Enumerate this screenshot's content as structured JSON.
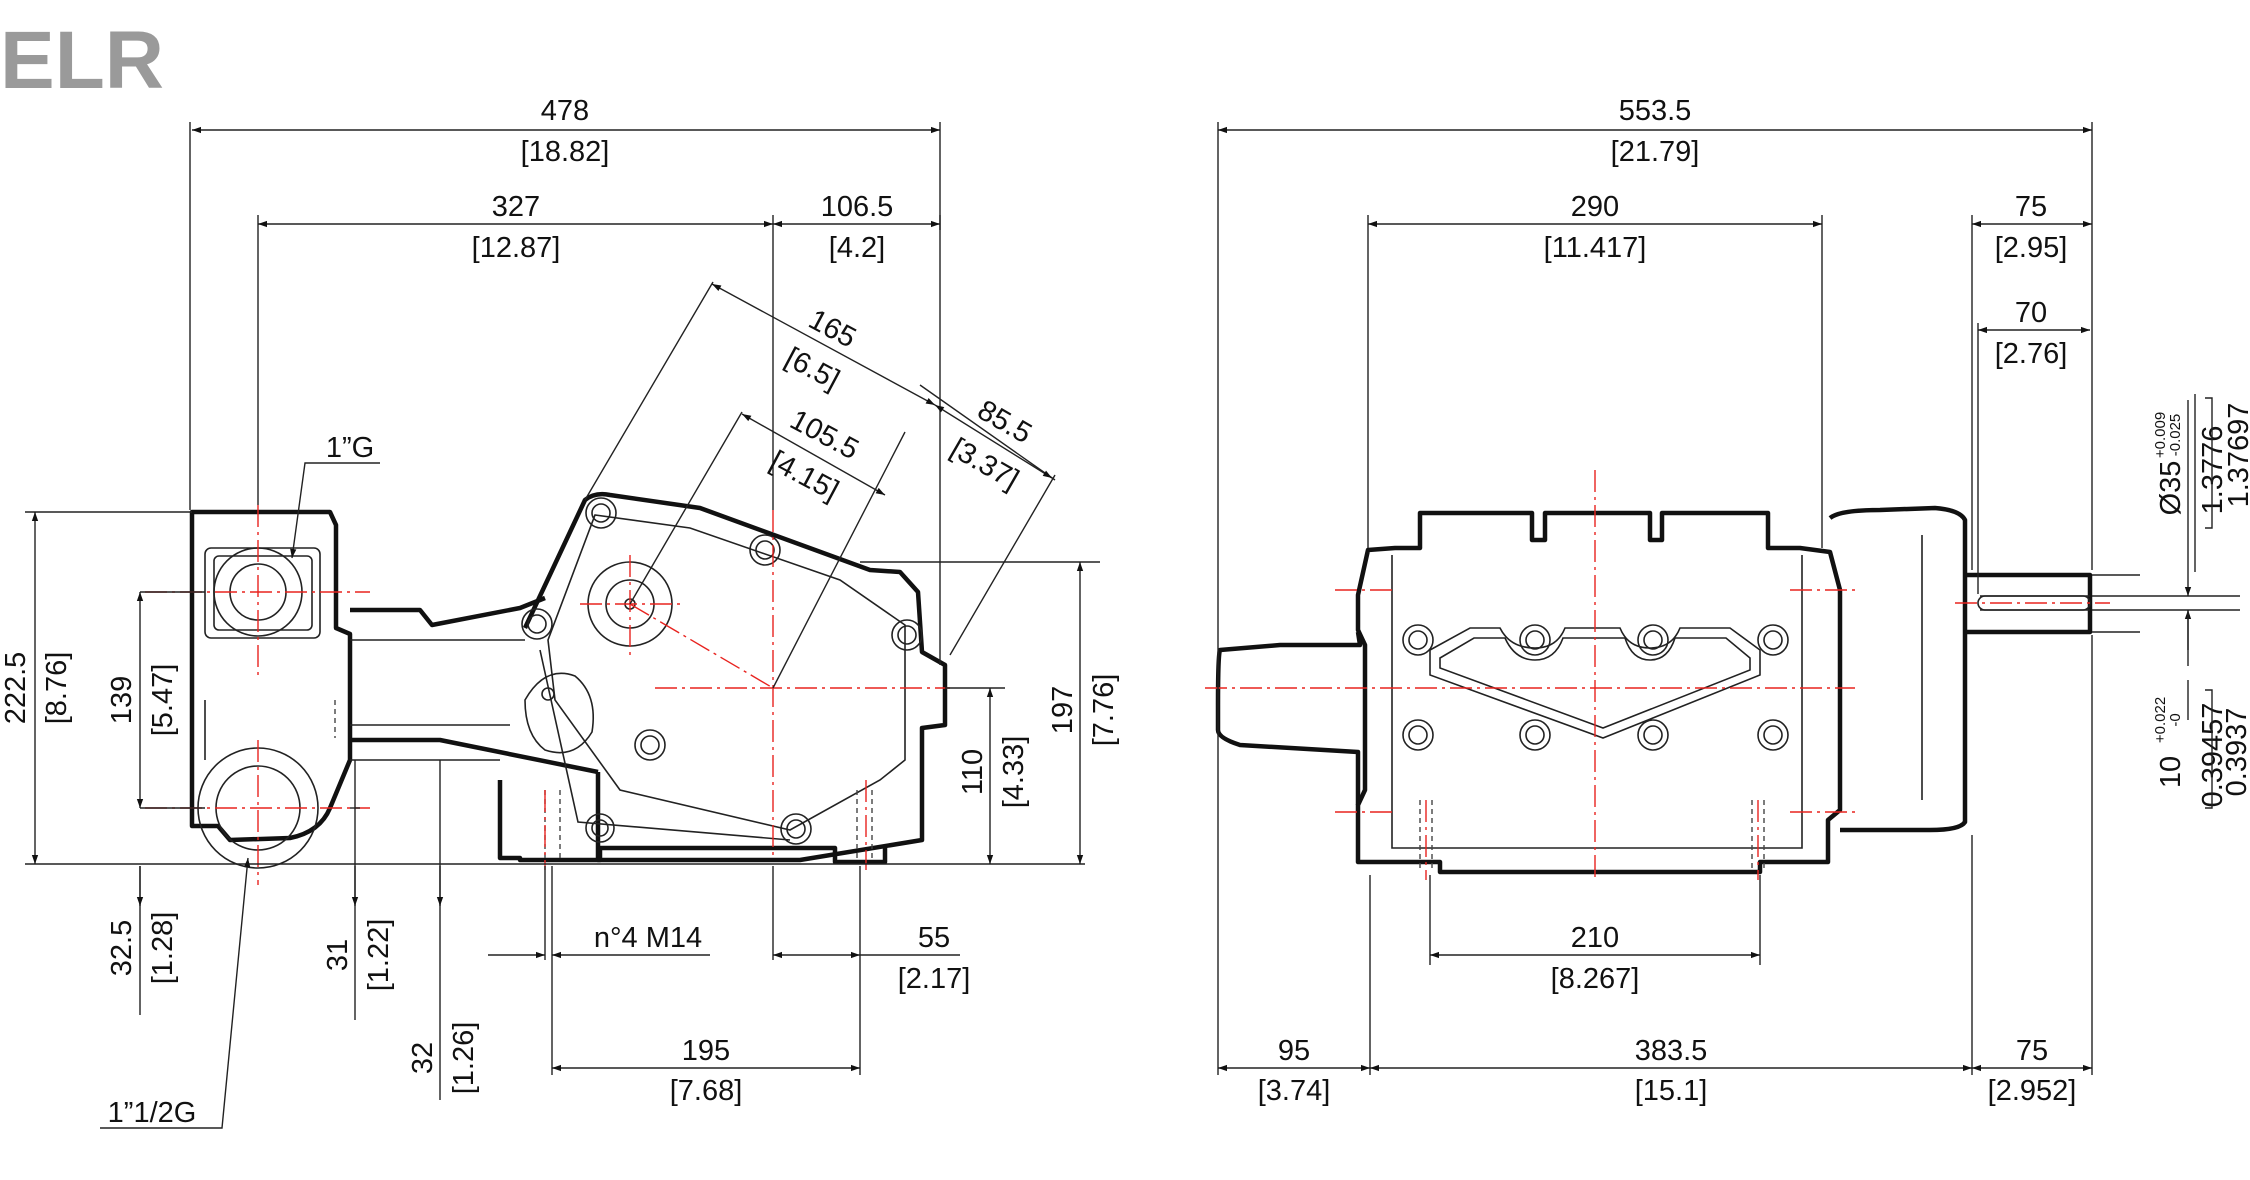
{
  "title": "ELR",
  "colors": {
    "outline": "#111111",
    "centerline": "#e8231f",
    "title": "#9a9a9a"
  },
  "side_view": {
    "overall_width": {
      "mm": "478",
      "in": "[18.82]"
    },
    "inlet_to_center": {
      "mm": "327",
      "in": "[12.87]"
    },
    "center_to_front": {
      "mm": "106.5",
      "in": "[4.2]"
    },
    "diag_165": {
      "mm": "165",
      "in": "[6.5]"
    },
    "diag_105": {
      "mm": "105.5",
      "in": "[4.15]"
    },
    "diag_85": {
      "mm": "85.5",
      "in": "[3.37]"
    },
    "outlet_thread": "1”G",
    "inlet_thread": "1”1/2G",
    "overall_height": {
      "mm": "222.5",
      "in": "[8.76]"
    },
    "port_spacing": {
      "mm": "139",
      "in": "[5.47]"
    },
    "bottom_offset": {
      "mm": "32.5",
      "in": "[1.28]"
    },
    "h31": {
      "mm": "31",
      "in": "[1.22]"
    },
    "h32": {
      "mm": "32",
      "in": "[1.26]"
    },
    "shaft_height": {
      "mm": "110",
      "in": "[4.33]"
    },
    "crank_height": {
      "mm": "197",
      "in": "[7.76]"
    },
    "mount_holes": "n°4 M14",
    "foot_55": {
      "mm": "55",
      "in": "[2.17]"
    },
    "foot_195": {
      "mm": "195",
      "in": "[7.68]"
    }
  },
  "front_view": {
    "overall_width": {
      "mm": "553.5",
      "in": "[21.79]"
    },
    "body_width": {
      "mm": "290",
      "in": "[11.417]"
    },
    "shaft_75": {
      "mm": "75",
      "in": "[2.95]"
    },
    "shaft_70": {
      "mm": "70",
      "in": "[2.76]"
    },
    "shaft_dia": {
      "mm": "Ø35",
      "tol_upper": "+0.009",
      "tol_lower": "-0.025",
      "in_upper": "1.3776",
      "in_lower": "1.37697"
    },
    "key_width": {
      "mm": "10",
      "tol_upper": "+0.022",
      "tol_lower": "-0",
      "in_upper": "0.39457",
      "in_lower": "0.3937"
    },
    "foot_spacing": {
      "mm": "210",
      "in": "[8.267]"
    },
    "left_overhang": {
      "mm": "95",
      "in": "[3.74]"
    },
    "base_length": {
      "mm": "383.5",
      "in": "[15.1]"
    },
    "right_overhang": {
      "mm": "75",
      "in": "[2.952]"
    }
  }
}
